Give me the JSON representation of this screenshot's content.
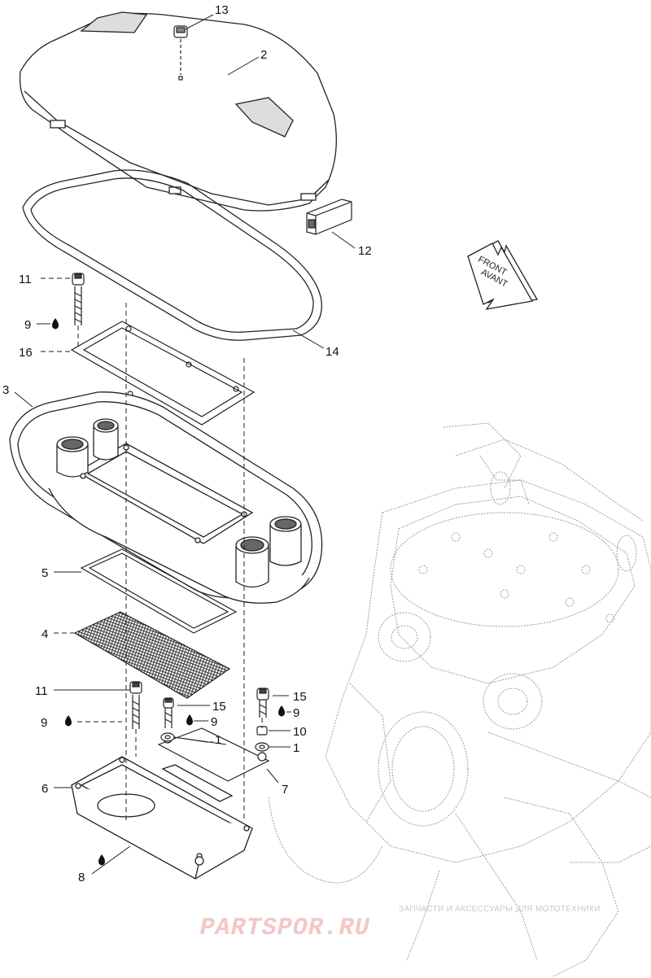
{
  "callouts": [
    {
      "id": "13",
      "label": "13"
    },
    {
      "id": "2",
      "label": "2"
    },
    {
      "id": "12",
      "label": "12"
    },
    {
      "id": "11a",
      "label": "11"
    },
    {
      "id": "9a",
      "label": "9"
    },
    {
      "id": "16",
      "label": "16"
    },
    {
      "id": "14",
      "label": "14"
    },
    {
      "id": "3",
      "label": "3"
    },
    {
      "id": "5",
      "label": "5"
    },
    {
      "id": "4",
      "label": "4"
    },
    {
      "id": "11b",
      "label": "11"
    },
    {
      "id": "9b",
      "label": "9"
    },
    {
      "id": "15a",
      "label": "15"
    },
    {
      "id": "9c",
      "label": "9"
    },
    {
      "id": "15b",
      "label": "15"
    },
    {
      "id": "9d",
      "label": "9"
    },
    {
      "id": "10",
      "label": "10"
    },
    {
      "id": "1a",
      "label": "1"
    },
    {
      "id": "1b",
      "label": "1"
    },
    {
      "id": "6",
      "label": "6"
    },
    {
      "id": "7",
      "label": "7"
    },
    {
      "id": "8",
      "label": "8"
    }
  ],
  "direction_arrow": {
    "line1": "FRONT",
    "line2": "AVANT"
  },
  "watermark": {
    "tagline": "ЗАПЧАСТИ И АКСЕССУАРЫ ДЛЯ МОТОТЕХНИКИ",
    "logo": "PARTSPOR.RU"
  },
  "colors": {
    "line": "#222222",
    "engine_line": "#9a9a9a",
    "watermark": "#f3c7c7",
    "watermark_text": "#c9c9c9"
  }
}
